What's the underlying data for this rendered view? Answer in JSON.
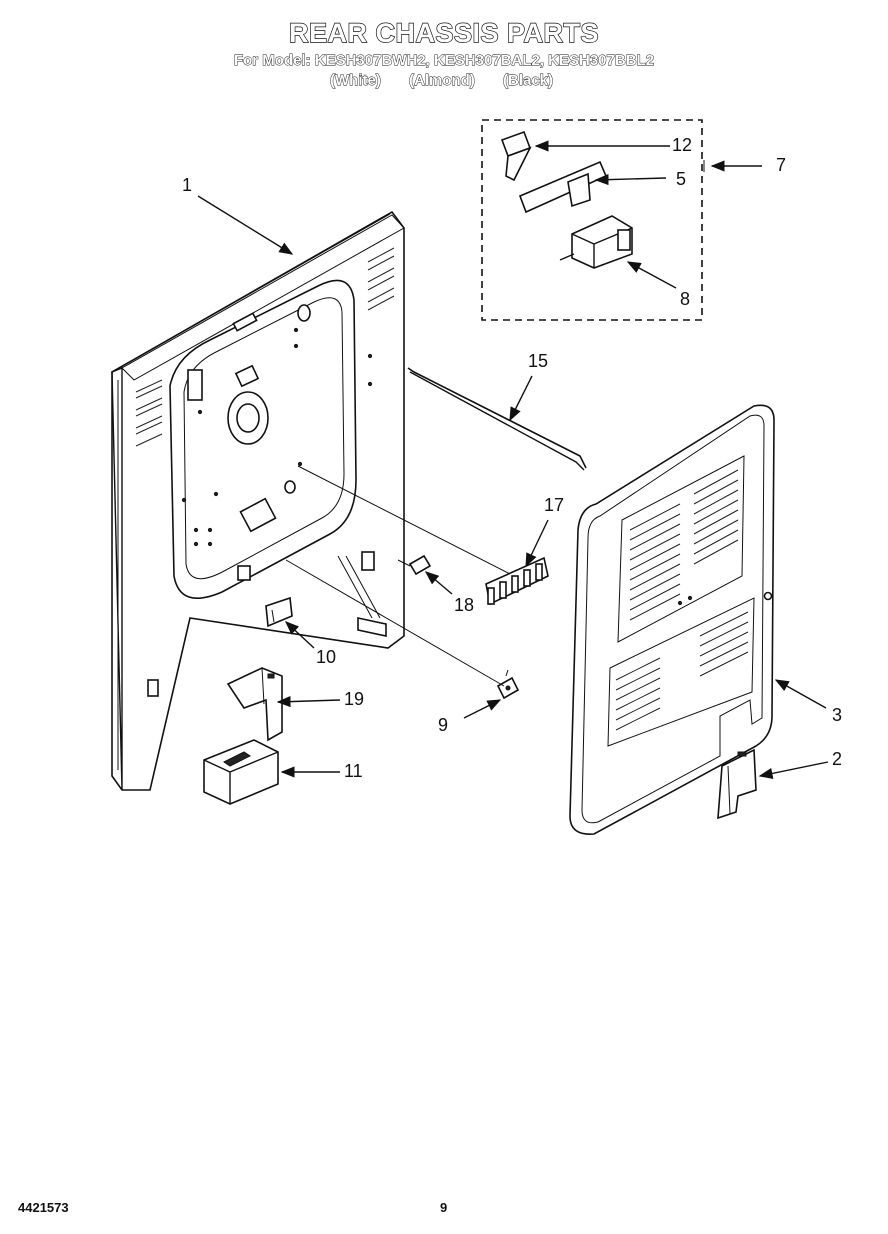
{
  "header": {
    "title": "REAR CHASSIS PARTS",
    "model_line": "For Model: KESH307BWH2, KESH307BAL2, KESH307BBL2",
    "colors": [
      "(White)",
      "(Almond)",
      "(Black)"
    ]
  },
  "callouts": {
    "c1": "1",
    "c2": "2",
    "c3": "3",
    "c5": "5",
    "c7": "7",
    "c8": "8",
    "c9": "9",
    "c10": "10",
    "c11": "11",
    "c12": "12",
    "c15": "15",
    "c17": "17",
    "c18": "18",
    "c19": "19"
  },
  "footer": {
    "part_number": "4421573",
    "page_number": "9"
  }
}
